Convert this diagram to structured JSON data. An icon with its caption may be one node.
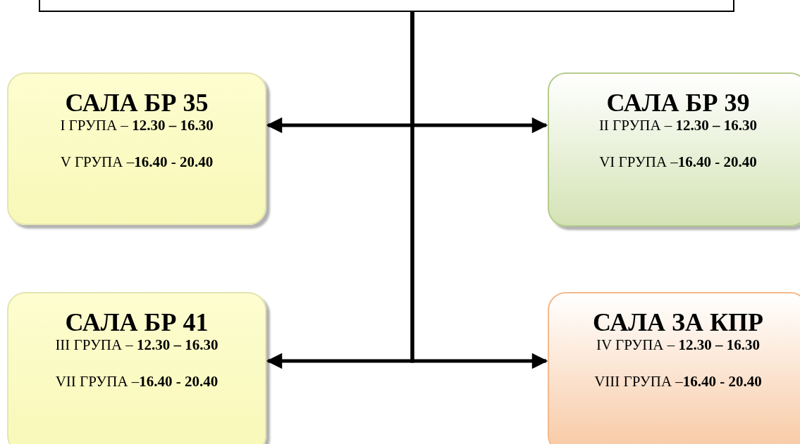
{
  "diagram": {
    "nodes": [
      {
        "text": [],
        "shape": "box"
      },
      {
        "text": [
          "САЛА БР 35",
          "I ГРУПА – **12.30 – 16.30**",
          "V ГРУПА –**16.40 - 20.40**"
        ]
      },
      {
        "text": [
          "САЛА БР 39",
          "II ГРУПА – **12.30 – 16.30**",
          "VI ГРУПА –**16.40 - 20.40**"
        ]
      },
      {
        "text": [
          "САЛА БР 41",
          "III ГРУПА – **12.30 – 16.30**",
          "VII ГРУПА –**16.40 - 20.40**"
        ]
      },
      {
        "text": [
          "САЛА ЗА КПР",
          "IV ГРУПА – **12.30 – 16.30**",
          "VIII ГРУПА –**16.40 - 20.40**"
        ]
      }
    ],
    "edges": [
      {
        "from": 0,
        "to": 1,
        "arrow": "to"
      },
      {
        "from": 0,
        "to": 2,
        "arrow": "to"
      },
      {
        "from": 0,
        "to": 3,
        "arrow": "to"
      },
      {
        "from": 0,
        "to": 4,
        "arrow": "to"
      }
    ]
  }
}
